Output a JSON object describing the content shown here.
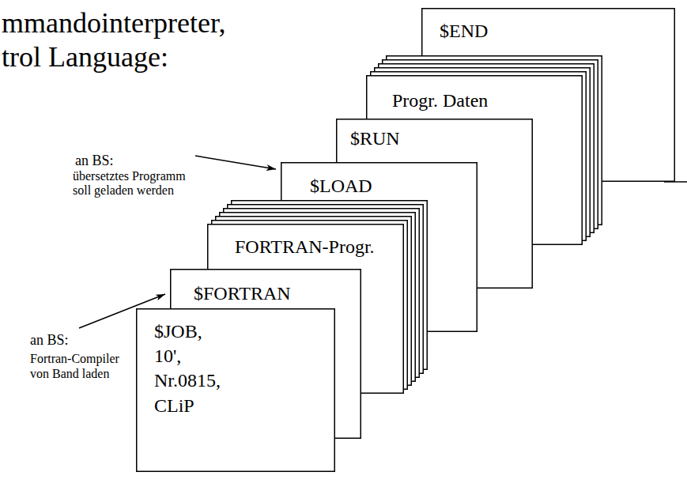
{
  "diagram": {
    "nodes": [
      {
        "text": [
          "$JOB,",
          "10',",
          "Nr.0815,",
          "CLiP"
        ]
      },
      {
        "text": [
          "$FORTRAN"
        ]
      },
      {
        "text": [
          "FORTRAN-Progr."
        ]
      },
      {
        "text": [
          "$LOAD"
        ]
      },
      {
        "text": [
          "$RUN"
        ]
      },
      {
        "text": [
          "Progr. Daten"
        ]
      },
      {
        "text": [
          "$END"
        ]
      }
    ],
    "labels": [
      "mmandointerpreter,",
      "trol Language:",
      "an BS:",
      "übersetztes Programm soll geladen werden",
      "an BS:",
      "Fortran-Compiler von Band laden"
    ]
  }
}
